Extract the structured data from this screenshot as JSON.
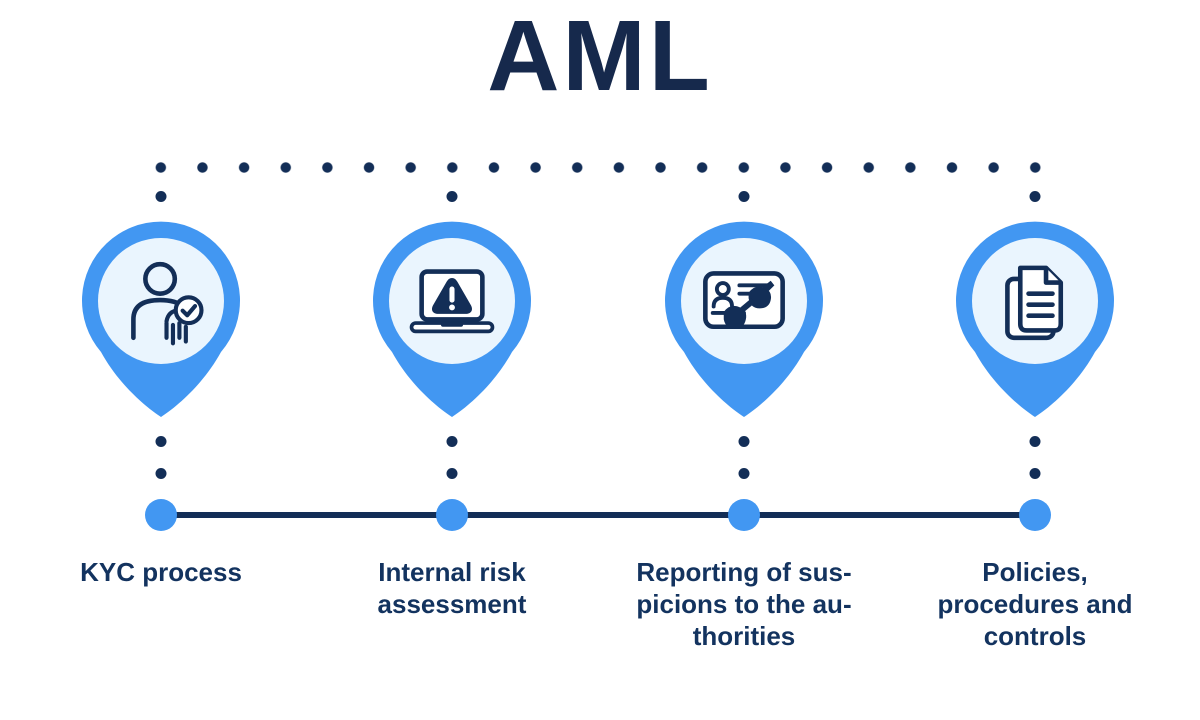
{
  "title": "AML",
  "colors": {
    "navy": "#132E57",
    "blue": "#4297F2",
    "light": "#EAF5FE",
    "title": "#16294C",
    "text": "#13335F"
  },
  "items": [
    {
      "label": "KYC process",
      "icon": "person-check-icon"
    },
    {
      "label": "Internal risk\nassessment",
      "icon": "laptop-warning-icon"
    },
    {
      "label": "Reporting of sus-\npicions to the au-\nthorities",
      "icon": "id-card-glasses-icon"
    },
    {
      "label": "Policies,\nprocedures and\ncontrols",
      "icon": "documents-icon"
    }
  ]
}
